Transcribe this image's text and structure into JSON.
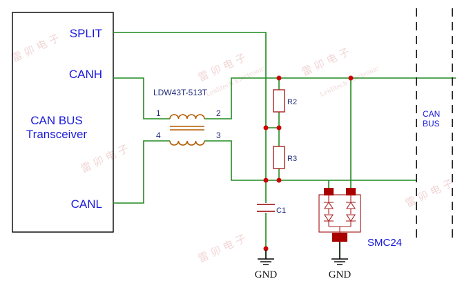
{
  "transceiver": {
    "title_line1": "CAN BUS",
    "title_line2": "Transceiver",
    "pins": {
      "split": "SPLIT",
      "canh": "CANH",
      "canl": "CANL"
    }
  },
  "choke": {
    "part": "LDW43T-513T",
    "pins": [
      "1",
      "2",
      "4",
      "3"
    ]
  },
  "resistors": {
    "r2": "R2",
    "r3": "R3"
  },
  "capacitor": {
    "c1": "C1"
  },
  "tvs": {
    "part": "SMC24"
  },
  "bus": {
    "line1": "CAN",
    "line2": "BUS"
  },
  "ground": {
    "left": "GND",
    "right": "GND"
  },
  "watermark": {
    "cn": "雷 卯 电 子",
    "en": "Leiditech Electronic"
  },
  "colors": {
    "wire": "#1f8a1f",
    "coil": "#b25a00",
    "junction": "#cc0000",
    "label": "#1a1adb",
    "pad": "#aa0000",
    "component": "#aa2222"
  }
}
